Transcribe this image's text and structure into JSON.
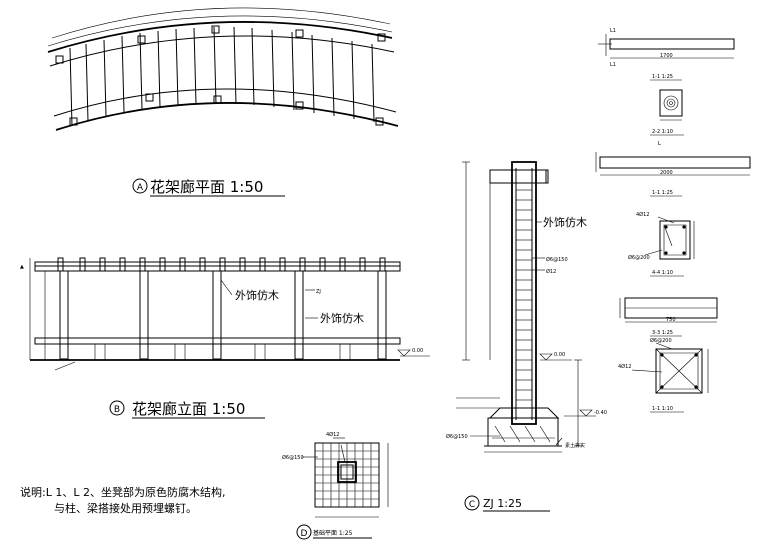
{
  "views": {
    "a": {
      "marker": "A",
      "title": "花架廊平面 1:50"
    },
    "b": {
      "marker": "B",
      "title": "花架廊立面 1:50"
    },
    "c": {
      "marker": "C",
      "title": "ZJ 1:25"
    },
    "d": {
      "marker": "D",
      "title": "基础平面 1:25"
    }
  },
  "labels": {
    "fake_wood_1": "外饰仿木",
    "fake_wood_2": "外饰仿木",
    "fake_wood_3": "外饰仿木",
    "rebar_ring_c": "Ø6@150",
    "rebar_main_c": "Ø12",
    "rebar_top_d": "4Ø12",
    "rebar_ring_d": "Ø6@150",
    "rebar_ring_base": "Ø6@150",
    "rebar_s2": "4Ø12",
    "rebar_s2_ring": "Ø6@200",
    "rebar_s4": "4Ø12",
    "rebar_s4_ring": "Ø6@200",
    "zj_label": "ZJ",
    "level_b": "0.00",
    "level_c": "0.00",
    "level_c2": "-0.40",
    "gravel": "素土夯实"
  },
  "section_titles": {
    "s1": "1-1 1:25",
    "s2": "2-2 1:10",
    "s3": "1-1 1:25",
    "s4": "4-4 1:10",
    "s5": "3-3 1:25",
    "s6": "1-1 1:10"
  },
  "note": {
    "line1": "说明:L 1、L 2、坐凳部为原色防腐木结构,",
    "line2": "与柱、梁搭接处用预埋螺钉。"
  }
}
